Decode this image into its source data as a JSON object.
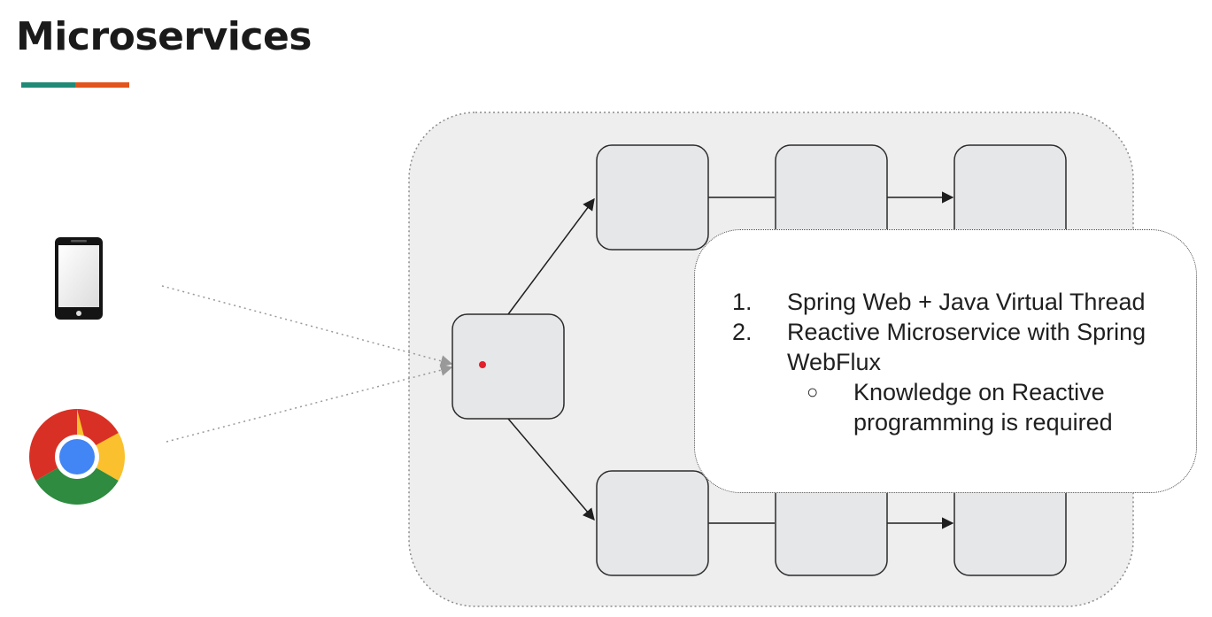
{
  "slide": {
    "title": "Microservices",
    "underline_colors": [
      "#1f8a78",
      "#e2541b"
    ]
  },
  "diagram": {
    "clients": [
      {
        "icon": "smartphone-icon"
      },
      {
        "icon": "chrome-browser-icon"
      }
    ],
    "colors": {
      "cluster_fill": "#eeeeee",
      "node_fill": "#e6e7e9",
      "node_stroke": "#2b2b2b",
      "edge_color": "#1f1f1f",
      "dotted_link_color": "#999999",
      "red_dot": "#e0202e"
    }
  },
  "info_card": {
    "items": [
      {
        "number": "1.",
        "text": "Spring Web + Java Virtual Thread"
      },
      {
        "number": "2.",
        "text": "Reactive Microservice with Spring WebFlux"
      }
    ],
    "subitems": [
      {
        "bullet": "○",
        "text": "Knowledge on Reactive programming is required"
      }
    ]
  }
}
